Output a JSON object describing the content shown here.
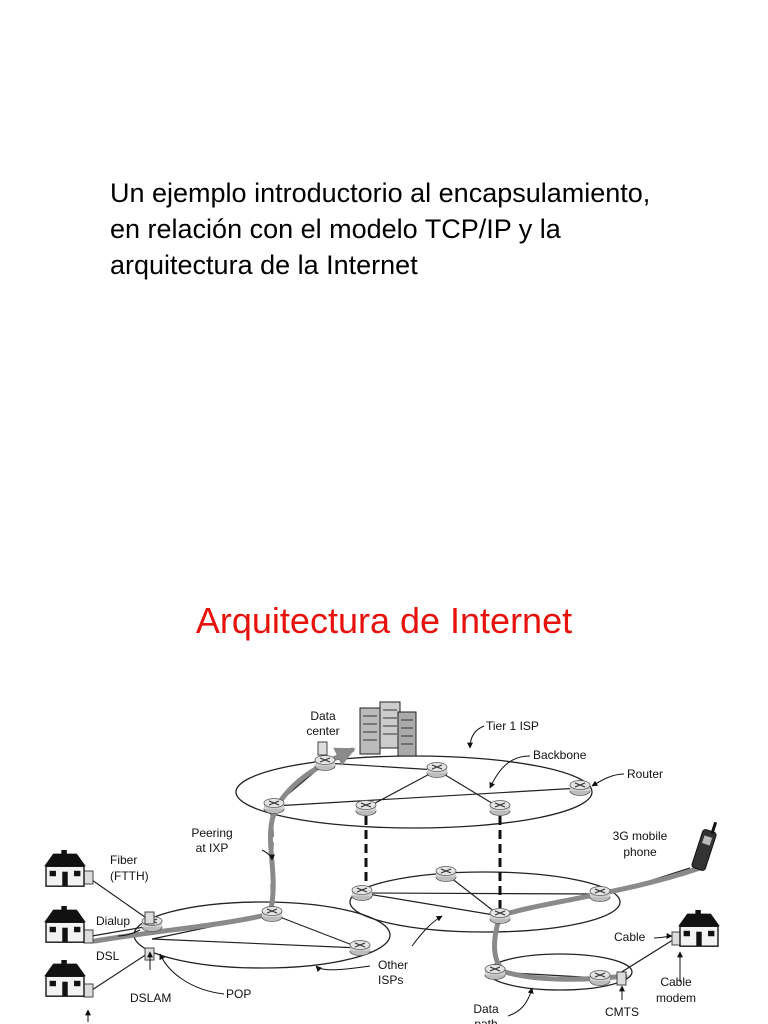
{
  "slide1": {
    "lines": [
      "Un ejemplo introductorio al encapsulamiento,",
      "en relación con el modelo TCP/IP y la",
      "arquitectura de la Internet"
    ]
  },
  "slide2": {
    "title": "Arquitectura de Internet",
    "title_color": "#e8120c",
    "diagram": {
      "labels": {
        "data_center": [
          "Data",
          "center"
        ],
        "tier1": "Tier 1 ISP",
        "backbone": "Backbone",
        "router": "Router",
        "peering": [
          "Peering",
          "at IXP"
        ],
        "fiber": [
          "Fiber",
          "(FTTH)"
        ],
        "dialup": "Dialup",
        "dsl": "DSL",
        "dslam": "DSLAM",
        "pop": "POP",
        "other_isps": [
          "Other",
          "ISPs"
        ],
        "mobile": [
          "3G mobile",
          "phone"
        ],
        "cable": "Cable",
        "cable_modem": [
          "Cable",
          "modem"
        ],
        "cmts": "CMTS",
        "data_path": [
          "Data",
          "path"
        ]
      }
    }
  }
}
